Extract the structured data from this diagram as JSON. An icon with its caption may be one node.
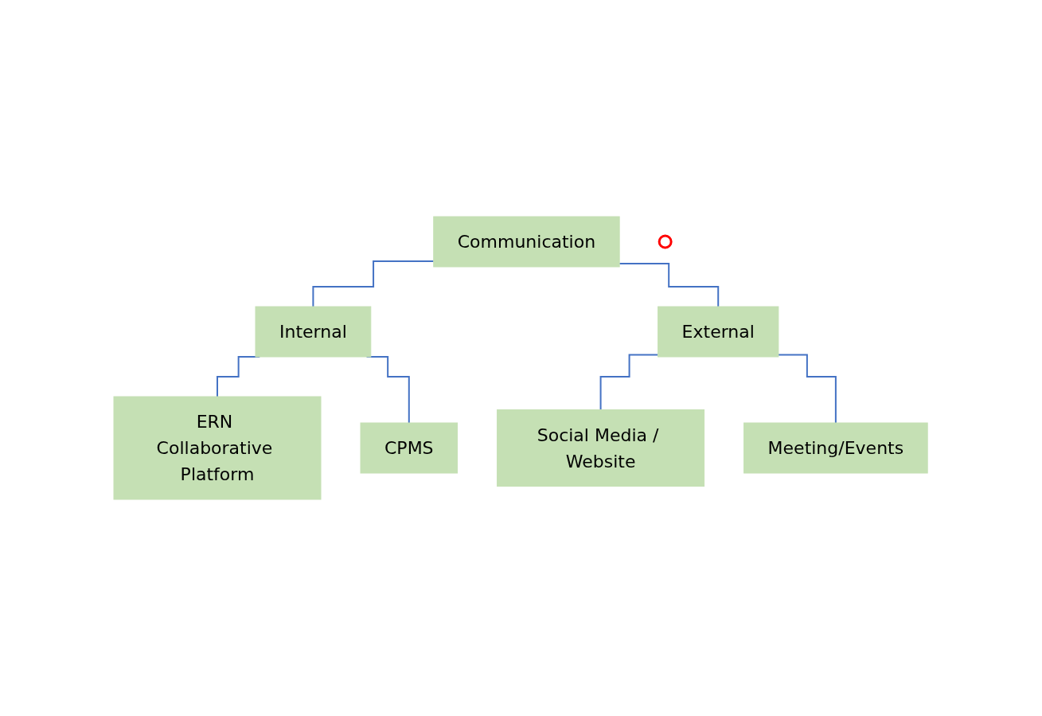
{
  "diagram": {
    "nodes": [
      {
        "text": [
          "Communication"
        ]
      },
      {
        "text": [
          "Internal"
        ]
      },
      {
        "text": [
          "External"
        ]
      },
      {
        "text": [
          "ERN Collaborative Platform"
        ]
      },
      {
        "text": [
          "CPMS"
        ]
      },
      {
        "text": [
          "Social Media / Website"
        ]
      },
      {
        "text": [
          "Meeting/Events"
        ]
      },
      {
        "text": [],
        "shape": "circle"
      }
    ],
    "edges": [
      {
        "from": 0,
        "to": 1,
        "arrow": "none"
      },
      {
        "from": 0,
        "to": 2,
        "arrow": "none"
      },
      {
        "from": 1,
        "to": 3,
        "arrow": "none"
      },
      {
        "from": 1,
        "to": 4,
        "arrow": "none"
      },
      {
        "from": 2,
        "to": 5,
        "arrow": "none"
      },
      {
        "from": 2,
        "to": 6,
        "arrow": "none"
      }
    ]
  }
}
